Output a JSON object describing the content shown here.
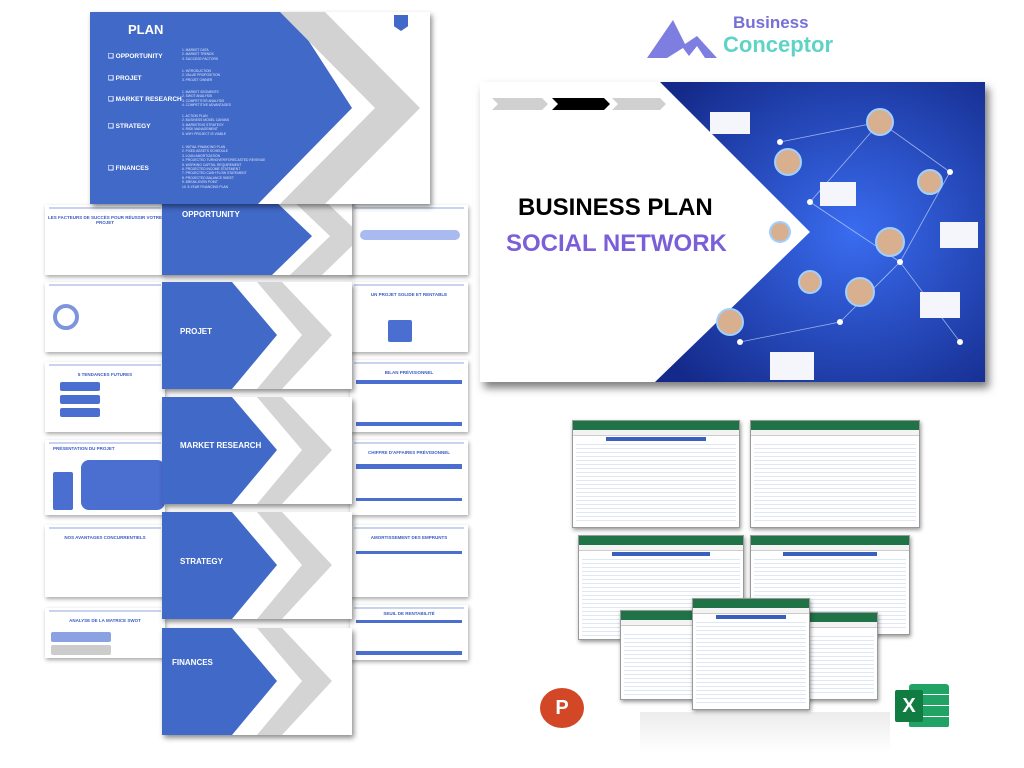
{
  "logo": {
    "line1": "Business",
    "line2": "Conceptor"
  },
  "cover": {
    "title": "BUSINESS PLAN",
    "subtitle": "SOCIAL NETWORK"
  },
  "plan": {
    "title": "PLAN",
    "sections": [
      {
        "label": "OPPORTUNITY",
        "items": [
          "1. MARKET DATA",
          "2. MARKET TRENDS",
          "3. SUCCESS FACTORS"
        ]
      },
      {
        "label": "PROJET",
        "items": [
          "1. INTRODUCTION",
          "2. VALUE PROPOSITION",
          "3. PROJET OWNER"
        ]
      },
      {
        "label": "MARKET RESEARCH",
        "items": [
          "1. MARKET SEGMENTS",
          "2. SWOT ANALYSIS",
          "3. COMPETITOR ANALYSIS",
          "4. COMPETITIVE ADVANTAGES"
        ]
      },
      {
        "label": "STRATEGY",
        "items": [
          "1. ACTION PLAN",
          "2. BUSINESS MODEL CANVAS",
          "3. MARKETING STRATEGY",
          "4. RISK MANAGEMENT",
          "5. WHY PROJECT IS VIABLE"
        ]
      },
      {
        "label": "FINANCES",
        "items": [
          "1. INITIAL FINANCING PLAN",
          "2. FIXED ASSETS SCHEDULE",
          "3. LOAN AMORTIZATION",
          "4. PROJECTED TURNOVER/FORECASTED REVENUE",
          "5. WORKING CAPITAL REQUIREMENT",
          "6. PROJECTED INCOME STATEMENT",
          "7. PROJECTED CASH FLOW STATEMENT",
          "8. PROJECTED BALANCE SHEET",
          "9. BREAK-EVEN POINT",
          "10. 5-YEAR FINANCING PLAN"
        ]
      }
    ]
  },
  "left_slides": [
    "LES FACTEURS DE SUCCÈS POUR RÉUSSIR VOTRE PROJET",
    "5 TENDANCES FUTURES",
    "PRÉSENTATION DU PROJET",
    "NOS AVANTAGES CONCURRENTIELS",
    "ANALYSE DE LA MATRICE SWOT"
  ],
  "right_slides": [
    "UN PROJET SOLIDE ET RENTABLE",
    "BILAN PRÉVISIONNEL",
    "CHIFFRE D'AFFAIRES PRÉVISIONNEL",
    "AMORTISSEMENT DES EMPRUNTS",
    "SEUIL DE RENTABILITÉ"
  ],
  "icons": {
    "powerpoint": "P",
    "excel": "X"
  },
  "colors": {
    "slide_blue": "#4169c8",
    "accent_purple": "#7b5fd9",
    "logo_teal": "#5fd3c6",
    "excel_green": "#1f7346",
    "ppt_orange": "#d24726"
  }
}
